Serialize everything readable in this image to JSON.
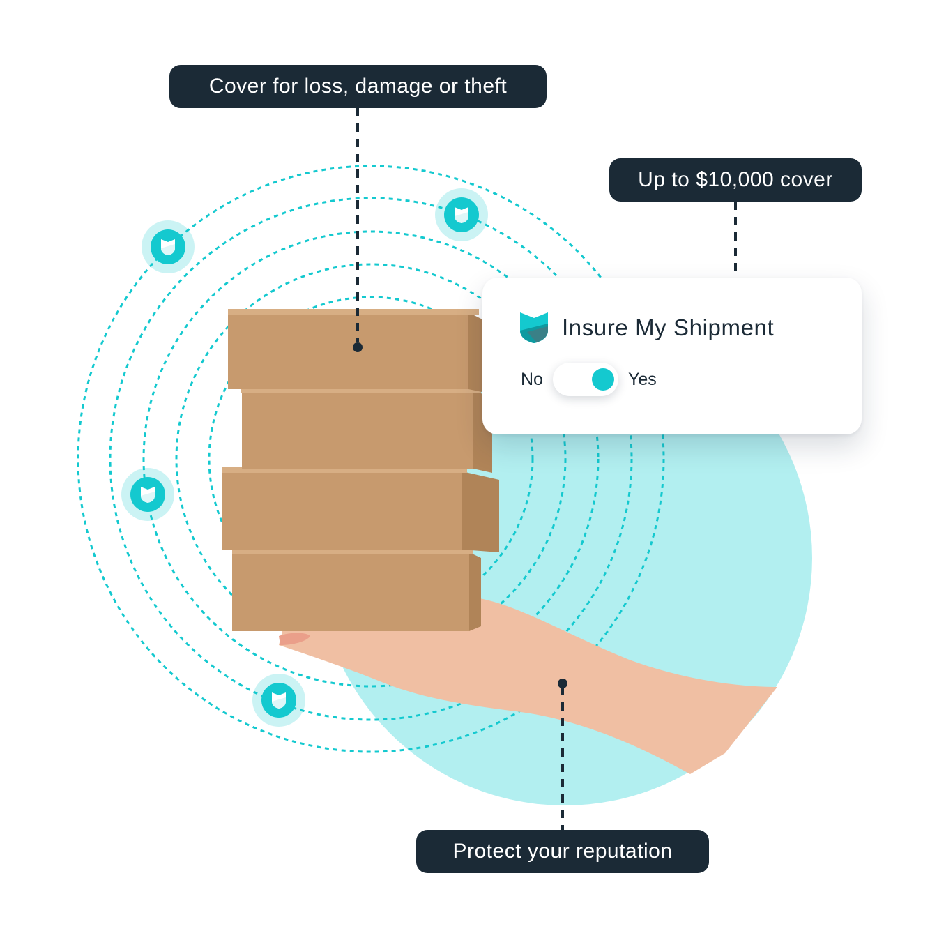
{
  "callouts": {
    "loss_damage_theft": "Cover for loss, damage or theft",
    "max_cover": "Up to $10,000 cover",
    "reputation": "Protect your reputation"
  },
  "card": {
    "title": "Insure My Shipment",
    "toggle": {
      "off_label": "No",
      "on_label": "Yes",
      "state": "Yes"
    }
  },
  "icons": {
    "logo": "shield-logo-icon",
    "badge": "shield-badge-icon"
  },
  "colors": {
    "accent": "#14c9cf",
    "accent_light": "#b2eff0",
    "dark": "#1b2a36",
    "box": "#c79a6e",
    "box_shadow": "#b08458",
    "skin": "#f0bfa3"
  }
}
